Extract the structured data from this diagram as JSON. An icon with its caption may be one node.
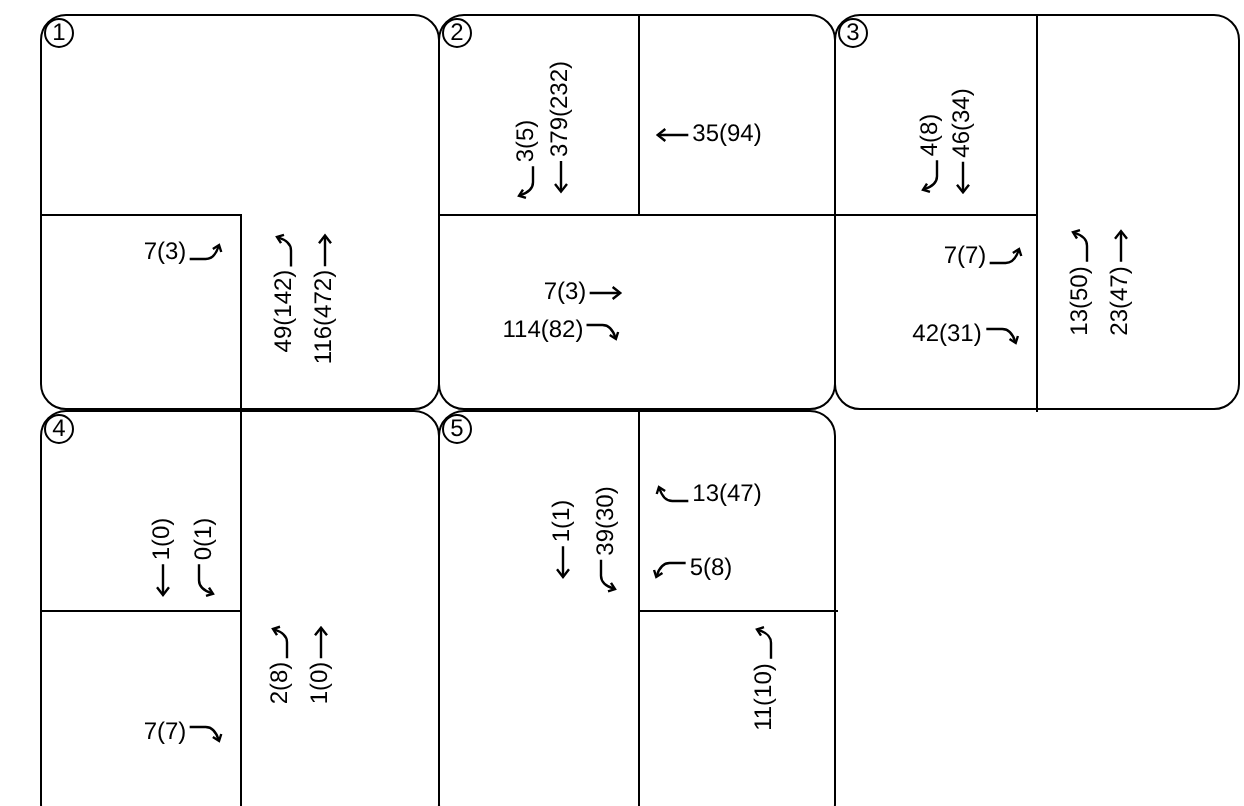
{
  "diagram": {
    "nodes": [
      {
        "text": [
          "1"
        ]
      },
      {
        "text": [
          "2"
        ]
      },
      {
        "text": [
          "3"
        ]
      },
      {
        "text": [
          "4"
        ]
      },
      {
        "text": [
          "5"
        ]
      }
    ],
    "labels": [
      "7(3)",
      "49(142)",
      "116(472)",
      "3(5)",
      "379(232)",
      "35(94)",
      "7(3)",
      "114(82)",
      "4(8)",
      "46(34)",
      "7(7)",
      "42(31)",
      "13(50)",
      "23(47)",
      "1(0)",
      "0(1)",
      "7(7)",
      "2(8)",
      "1(0)",
      "1(1)",
      "39(30)",
      "13(47)",
      "5(8)",
      "11(10)"
    ]
  }
}
